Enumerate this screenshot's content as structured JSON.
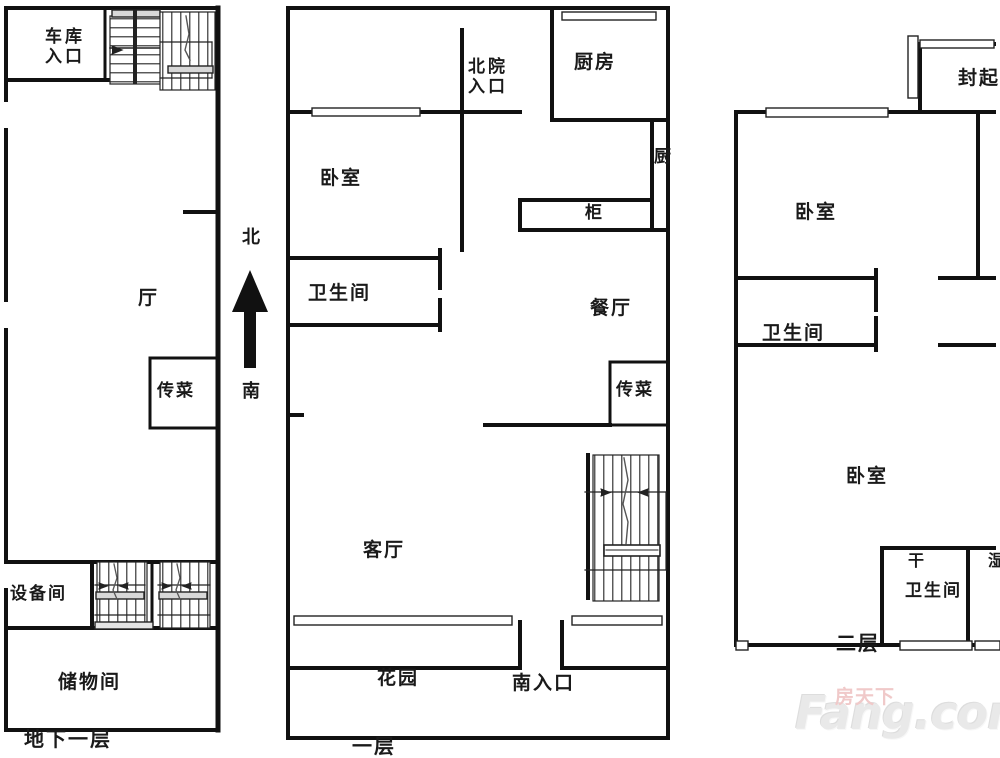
{
  "document": {
    "type": "architectural-floor-plan",
    "watermark": {
      "brand_latin": "Fang.com",
      "brand_cn": "房天下",
      "color_latin": "#e9e9e9",
      "color_cn": "#f0c9c9"
    },
    "compass": {
      "north_label": "北",
      "south_label": "南",
      "arrow_direction": "up"
    },
    "line_color": "#111111",
    "background": "#ffffff"
  },
  "plans": [
    {
      "id": "basement",
      "floor_label": "地下一层",
      "rooms": [
        {
          "name": "car-garage-entry",
          "label": "车库\n入口",
          "line1": "车库",
          "line2": "入口"
        },
        {
          "name": "hall",
          "label": "厅"
        },
        {
          "name": "dumbwaiter",
          "label": "传菜"
        },
        {
          "name": "equipment-room",
          "label": "设备间"
        },
        {
          "name": "storage-room",
          "label": "储物间"
        }
      ],
      "stairs": 3
    },
    {
      "id": "first-floor",
      "floor_label": "一层",
      "rooms": [
        {
          "name": "north-courtyard-entry",
          "label": "北院\n入口",
          "line1": "北院",
          "line2": "入口"
        },
        {
          "name": "kitchen",
          "label": "厨房"
        },
        {
          "name": "kitchen-cabinet-vertical",
          "label": "厨"
        },
        {
          "name": "kitchen-cabinet",
          "label": "柜"
        },
        {
          "name": "bedroom",
          "label": "卧室"
        },
        {
          "name": "bathroom",
          "label": "卫生间"
        },
        {
          "name": "dining-room",
          "label": "餐厅"
        },
        {
          "name": "dumbwaiter",
          "label": "传菜"
        },
        {
          "name": "living-room",
          "label": "客厅"
        },
        {
          "name": "garden",
          "label": "花园"
        },
        {
          "name": "south-entrance",
          "label": "南入口"
        }
      ],
      "stairs": 1
    },
    {
      "id": "second-floor",
      "floor_label": "二层",
      "rooms": [
        {
          "name": "sealed-area",
          "label": "封起"
        },
        {
          "name": "bedroom-north",
          "label": "卧室"
        },
        {
          "name": "bathroom-north",
          "label": "卫生间"
        },
        {
          "name": "bedroom-south",
          "label": "卧室"
        },
        {
          "name": "dry-area",
          "label": "干"
        },
        {
          "name": "wet-area",
          "label": "湿"
        },
        {
          "name": "bathroom-south",
          "label": "卫生间"
        }
      ],
      "stairs": 0
    }
  ]
}
